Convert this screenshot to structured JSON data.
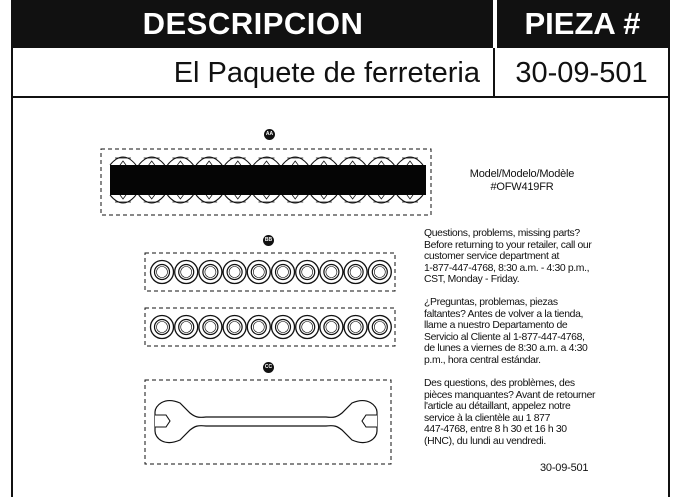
{
  "header": {
    "description_label": "DESCRIPCION",
    "part_label": "PIEZA #"
  },
  "title_row": {
    "name": "El Paquete de ferreteria",
    "part_number": "30-09-501"
  },
  "parts": [
    {
      "badge": "AA",
      "icon": "screw-anchor-strip-icon"
    },
    {
      "badge": "BB",
      "icon": "washer-strip-icon"
    },
    {
      "badge": "CC",
      "icon": "wrench-icon"
    }
  ],
  "model": {
    "line1": "Model/Modelo/Modèle",
    "line2": "#OFW419FR"
  },
  "support": {
    "english": "Questions, problems, missing parts?\nBefore returning to your retailer, call our\ncustomer service department at\n1-877-447-4768, 8:30 a.m. - 4:30 p.m.,\nCST, Monday - Friday.",
    "spanish": "¿Preguntas, problemas, piezas\nfaltantes? Antes de volver a la tienda,\nllame a nuestro Departamento de\nServicio al Cliente al 1-877-447-4768,\nde lunes a viernes de 8:30 a.m. a 4:30\np.m., hora central estándar.",
    "french": "Des questions, des problèmes, des\npièces manquantes? Avant de retourner\nl'article au détaillant, appelez notre\nservice à la clientèle au 1 877\n447-4768, entre 8 h 30 et 16 h 30\n(HNC), du lundi au vendredi."
  },
  "footer": {
    "part_number": "30-09-501"
  }
}
